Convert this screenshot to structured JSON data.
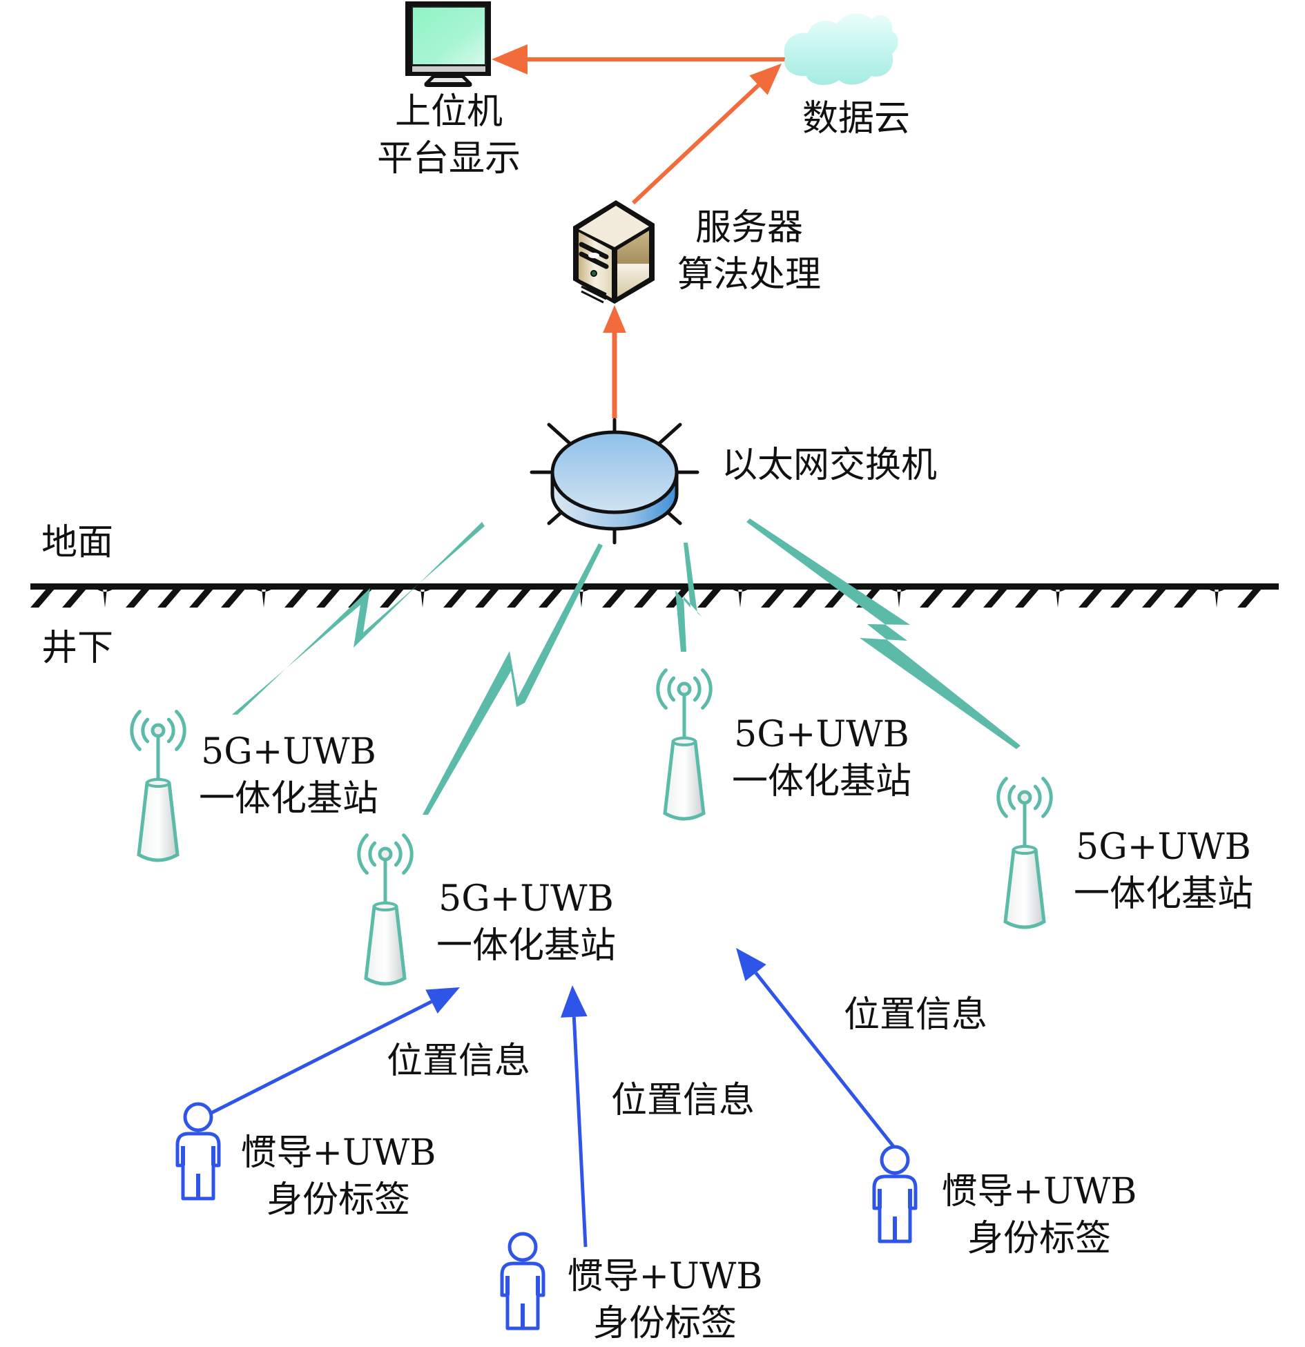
{
  "colors": {
    "uplink_arrow": "#f26b3a",
    "wireless": "#5bbaa8",
    "position_arrow": "#2f55e8",
    "station": "#5bbaa8",
    "person": "#2f55e8",
    "monitor_screen": "#9ff5c9",
    "cloud": "#bff2ee",
    "switch_top": "#a9cde9",
    "server_body": "#d8c9a4"
  },
  "nodes": {
    "host": {
      "icon": "monitor-icon",
      "line1": "上位机",
      "line2": "平台显示"
    },
    "cloud": {
      "icon": "cloud-icon",
      "label": "数据云"
    },
    "server": {
      "icon": "server-icon",
      "line1": "服务器",
      "line2": "算法处理"
    },
    "switch": {
      "icon": "ethernet-switch-icon",
      "label": "以太网交换机"
    }
  },
  "zones": {
    "surface": "地面",
    "underground": "井下"
  },
  "base_stations": [
    {
      "icon": "antenna-tower-icon",
      "line1": "5G+UWB",
      "line2": "一体化基站"
    },
    {
      "icon": "antenna-tower-icon",
      "line1": "5G+UWB",
      "line2": "一体化基站"
    },
    {
      "icon": "antenna-tower-icon",
      "line1": "5G+UWB",
      "line2": "一体化基站"
    },
    {
      "icon": "antenna-tower-icon",
      "line1": "5G+UWB",
      "line2": "一体化基站"
    }
  ],
  "tags": [
    {
      "icon": "person-icon",
      "line1": "惯导+UWB",
      "line2": "身份标签"
    },
    {
      "icon": "person-icon",
      "line1": "惯导+UWB",
      "line2": "身份标签"
    },
    {
      "icon": "person-icon",
      "line1": "惯导+UWB",
      "line2": "身份标签"
    }
  ],
  "position_labels": [
    "位置信息",
    "位置信息",
    "位置信息"
  ],
  "edges": [
    {
      "from": "cloud",
      "to": "host",
      "type": "uplink"
    },
    {
      "from": "server",
      "to": "cloud",
      "type": "uplink"
    },
    {
      "from": "switch",
      "to": "server",
      "type": "uplink"
    },
    {
      "from": "base_station_1",
      "to": "switch",
      "type": "wireless"
    },
    {
      "from": "base_station_2",
      "to": "switch",
      "type": "wireless"
    },
    {
      "from": "base_station_3",
      "to": "switch",
      "type": "wireless"
    },
    {
      "from": "base_station_4",
      "to": "switch",
      "type": "wireless"
    },
    {
      "from": "tag_1",
      "to": "base_station_2",
      "type": "position"
    },
    {
      "from": "tag_2",
      "to": "base_station_2",
      "type": "position"
    },
    {
      "from": "tag_3",
      "to": "base_station_3",
      "type": "position"
    }
  ]
}
